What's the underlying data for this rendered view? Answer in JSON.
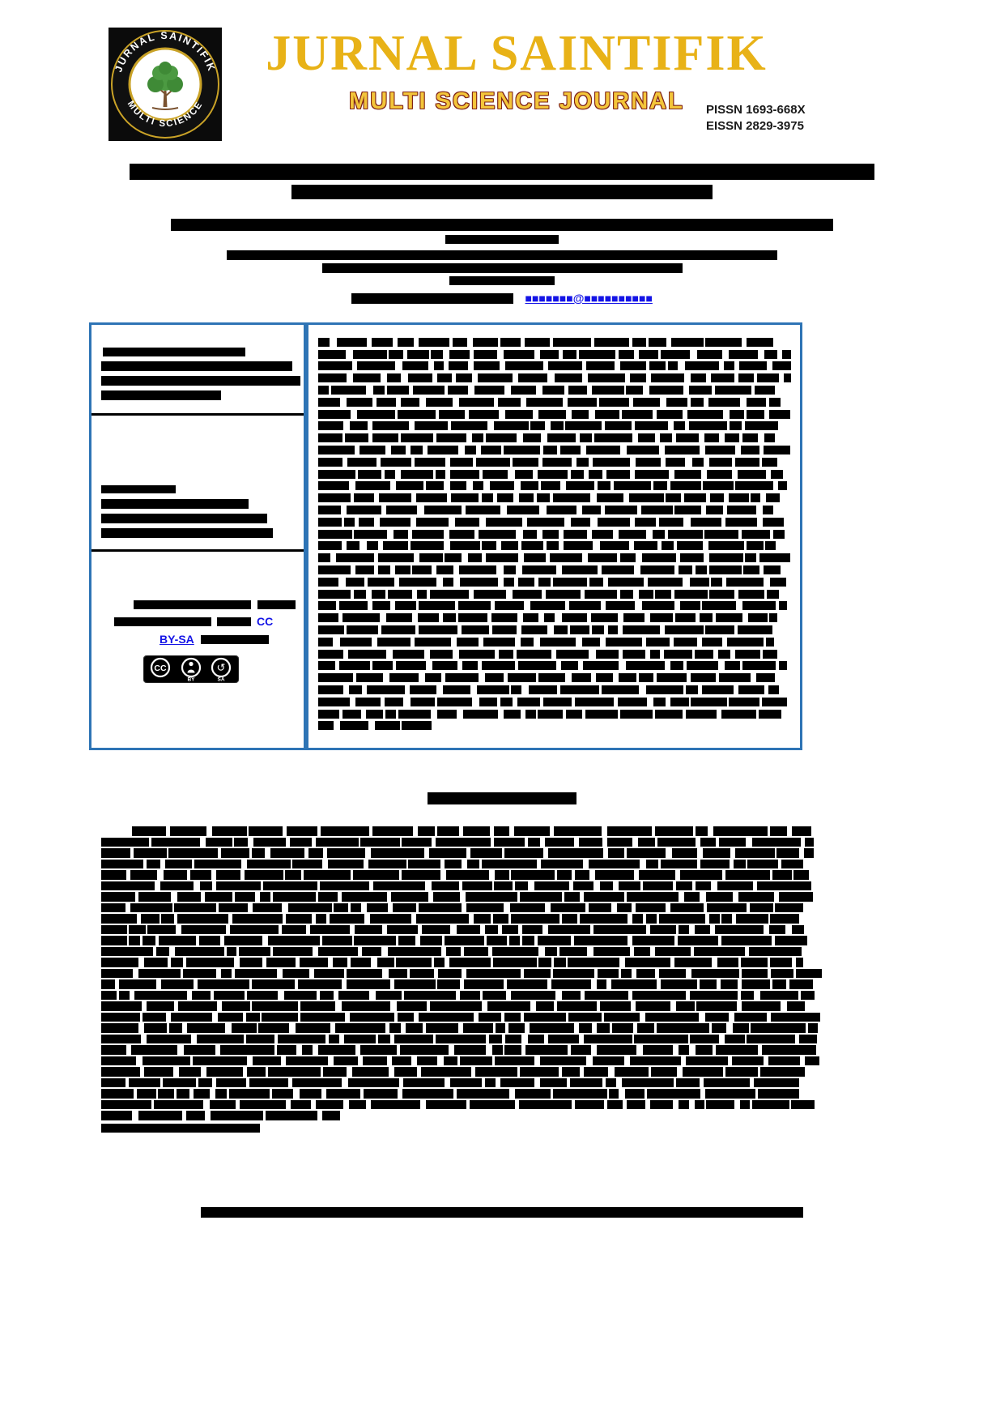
{
  "journal": {
    "title": "JURNAL SAINTIFIK",
    "subtitle": "MULTI SCIENCE JOURNAL",
    "pissn": "PISSN 1693-668X",
    "eissn": "EISSN 2829-3975"
  },
  "logo": {
    "top_text": "JURNAL SAINTIFIK",
    "bottom_text": "MULTI SCIENCE"
  },
  "links": {
    "email": "■■■■■■■@■■■■■■■■■■",
    "cc": "CC",
    "by_sa": "BY-SA"
  },
  "license_badge": {
    "cc": "CC",
    "by": "BY",
    "sa": "SA",
    "sa_arrow": "↺"
  },
  "colors": {
    "gold": "#E8B217",
    "subtitle_outline": "#7E2217",
    "box_blue": "#2E74B5",
    "link_blue": "#1414E6"
  }
}
